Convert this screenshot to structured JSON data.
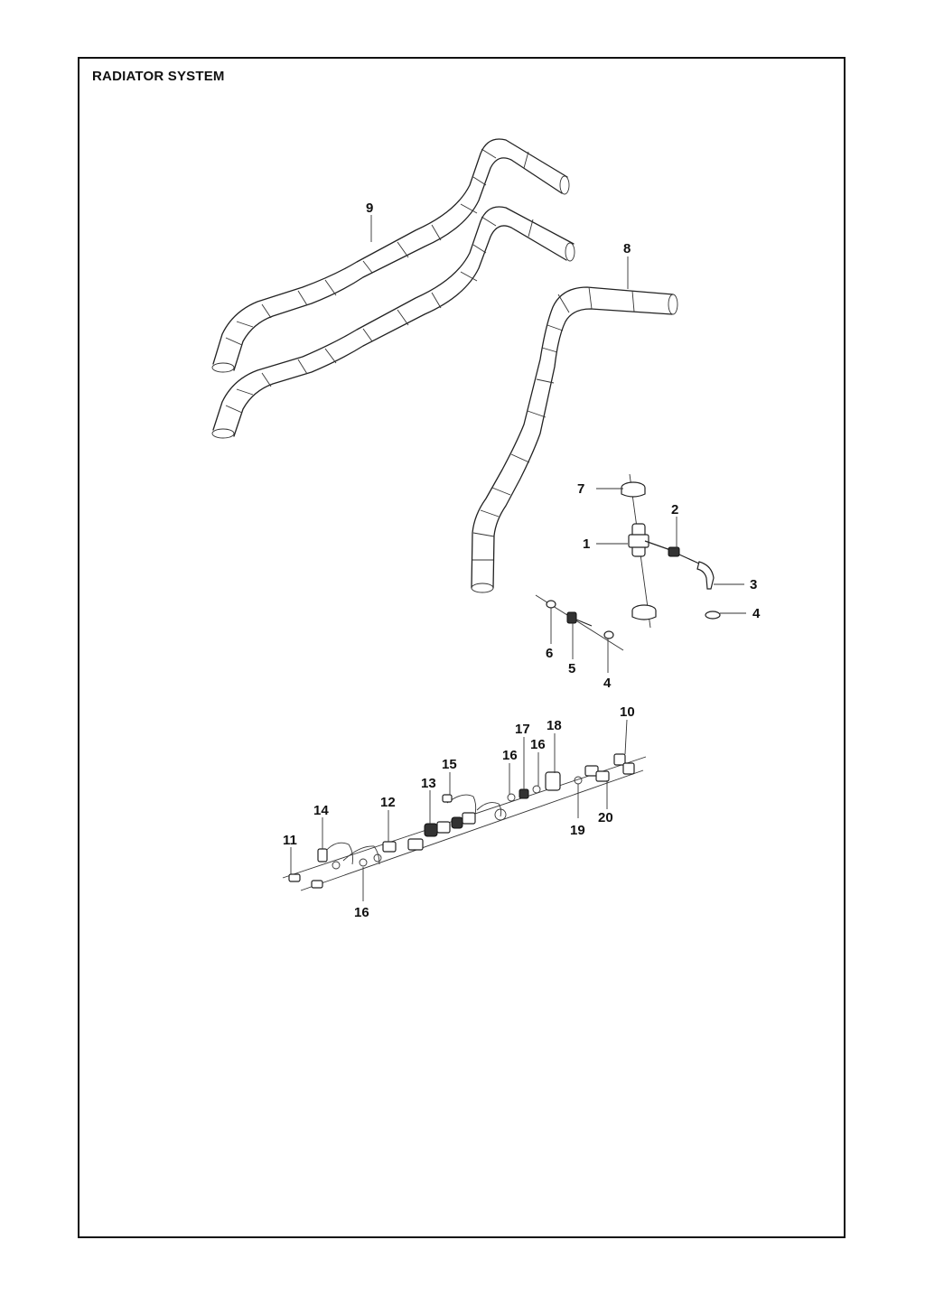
{
  "title": "RADIATOR SYSTEM",
  "callouts": {
    "c1": "1",
    "c2": "2",
    "c3": "3",
    "c4a": "4",
    "c4b": "4",
    "c5": "5",
    "c6": "6",
    "c7": "7",
    "c8": "8",
    "c9": "9",
    "c10": "10",
    "c11": "11",
    "c12": "12",
    "c13": "13",
    "c14": "14",
    "c15": "15",
    "c16a": "16",
    "c16b": "16",
    "c16c": "16",
    "c17": "17",
    "c18": "18",
    "c19": "19",
    "c20": "20"
  }
}
